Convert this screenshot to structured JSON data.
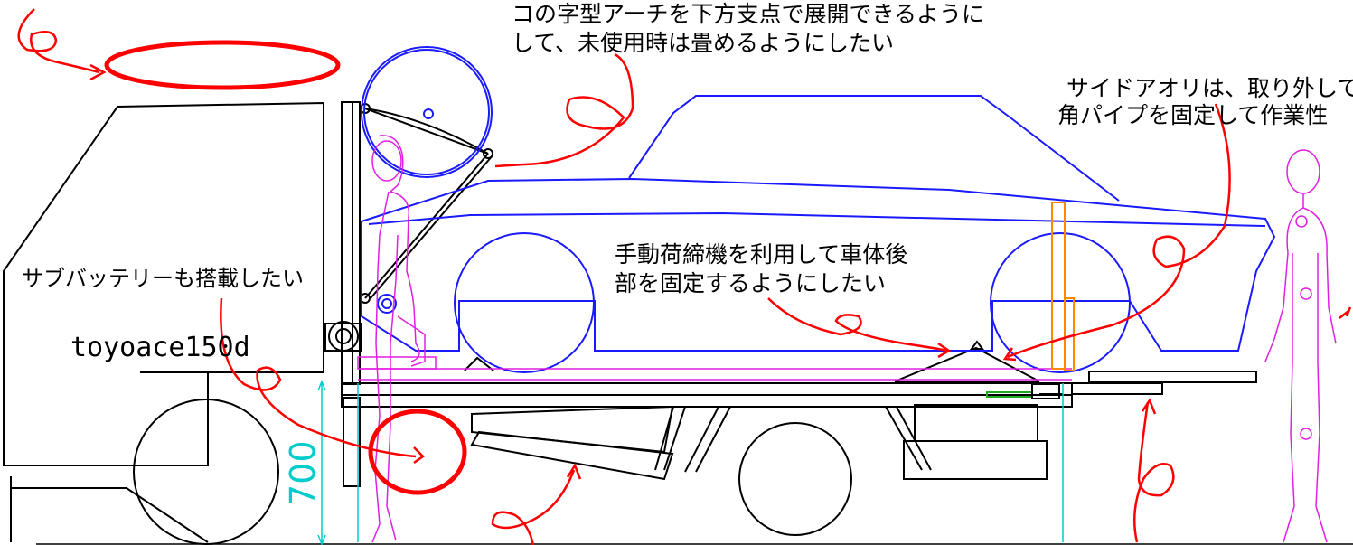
{
  "annotations": {
    "arch": [
      "コの字型アーチを下方支点で展開できるように",
      "して、未使用時は畳めるようにしたい"
    ],
    "side_gate": [
      "サイドアオリは、取り外して",
      "角パイプを固定して作業性"
    ],
    "winch": [
      "手動荷締機を利用して車体後",
      "部を固定するようにしたい"
    ],
    "battery": "サブバッテリーも搭載したい"
  },
  "truck_label": "toyoace150d",
  "dimension_label": "700",
  "colors": {
    "line": "#000000",
    "vehicle": "#1a1aff",
    "figure": "#e020e0",
    "markup": "#ff0000",
    "dimension": "#00cccc",
    "post": "#ff8800",
    "winch": "#22aa22"
  }
}
